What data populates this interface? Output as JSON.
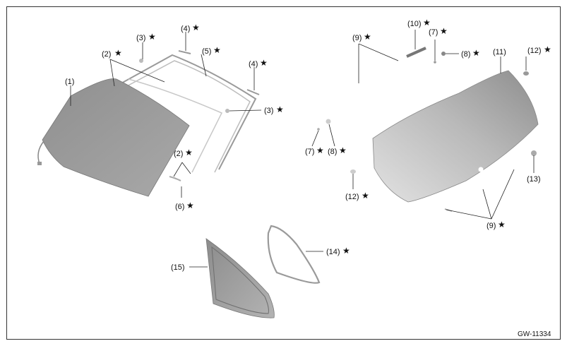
{
  "diagram": {
    "code": "GW-11334",
    "star": "★",
    "callouts": {
      "c1": "(1)",
      "c2a": "(2)",
      "c2b": "(2)",
      "c3a": "(3)",
      "c3b": "(3)",
      "c4a": "(4)",
      "c4b": "(4)",
      "c5": "(5)",
      "c6": "(6)",
      "c7a": "(7)",
      "c7b": "(7)",
      "c8a": "(8)",
      "c8b": "(8)",
      "c9a": "(9)",
      "c9b": "(9)",
      "c10": "(10)",
      "c11": "(11)",
      "c12a": "(12)",
      "c12b": "(12)",
      "c13": "(13)",
      "c14": "(14)",
      "c15": "(15)"
    }
  }
}
